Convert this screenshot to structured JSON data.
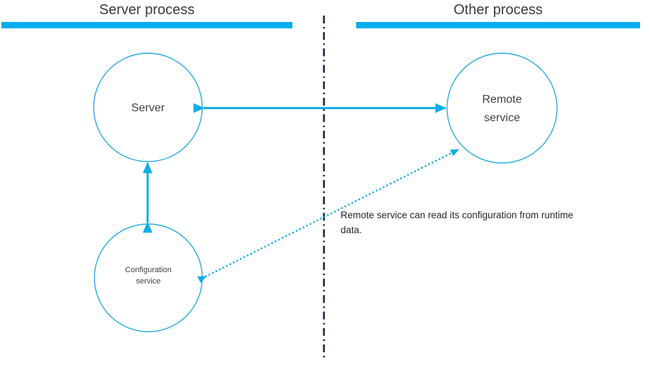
{
  "diagram": {
    "title": "Server process / Other process",
    "colors": {
      "accent_blue": "#00AEEF",
      "circle_stroke": "#29ABE2",
      "divider": "#3A3F51",
      "text_dark": "#3B3B3B",
      "note_text": "#262626",
      "background": "#FFFFFF"
    },
    "headers": [
      {
        "label": "Server process",
        "side": "left"
      },
      {
        "label": "Other process",
        "side": "right"
      }
    ],
    "nodes": [
      {
        "id": "server",
        "label": "Server",
        "shape": "circle"
      },
      {
        "id": "remote",
        "label": "Remote\nservice",
        "shape": "circle"
      },
      {
        "id": "config",
        "label": "Configuration\nservice",
        "shape": "circle"
      }
    ],
    "connectors": [
      {
        "id": "server-remote",
        "from": "server",
        "to": "remote",
        "style": "solid",
        "arrows": "both"
      },
      {
        "id": "server-config",
        "from": "server",
        "to": "config",
        "style": "solid",
        "arrows": "both"
      },
      {
        "id": "config-remote",
        "from": "config",
        "to": "remote",
        "style": "dotted",
        "arrows": "both"
      }
    ],
    "divider": {
      "style": "dash-dot",
      "orientation": "vertical"
    },
    "annotation": "Remote service can read its configuration from runtime data."
  }
}
